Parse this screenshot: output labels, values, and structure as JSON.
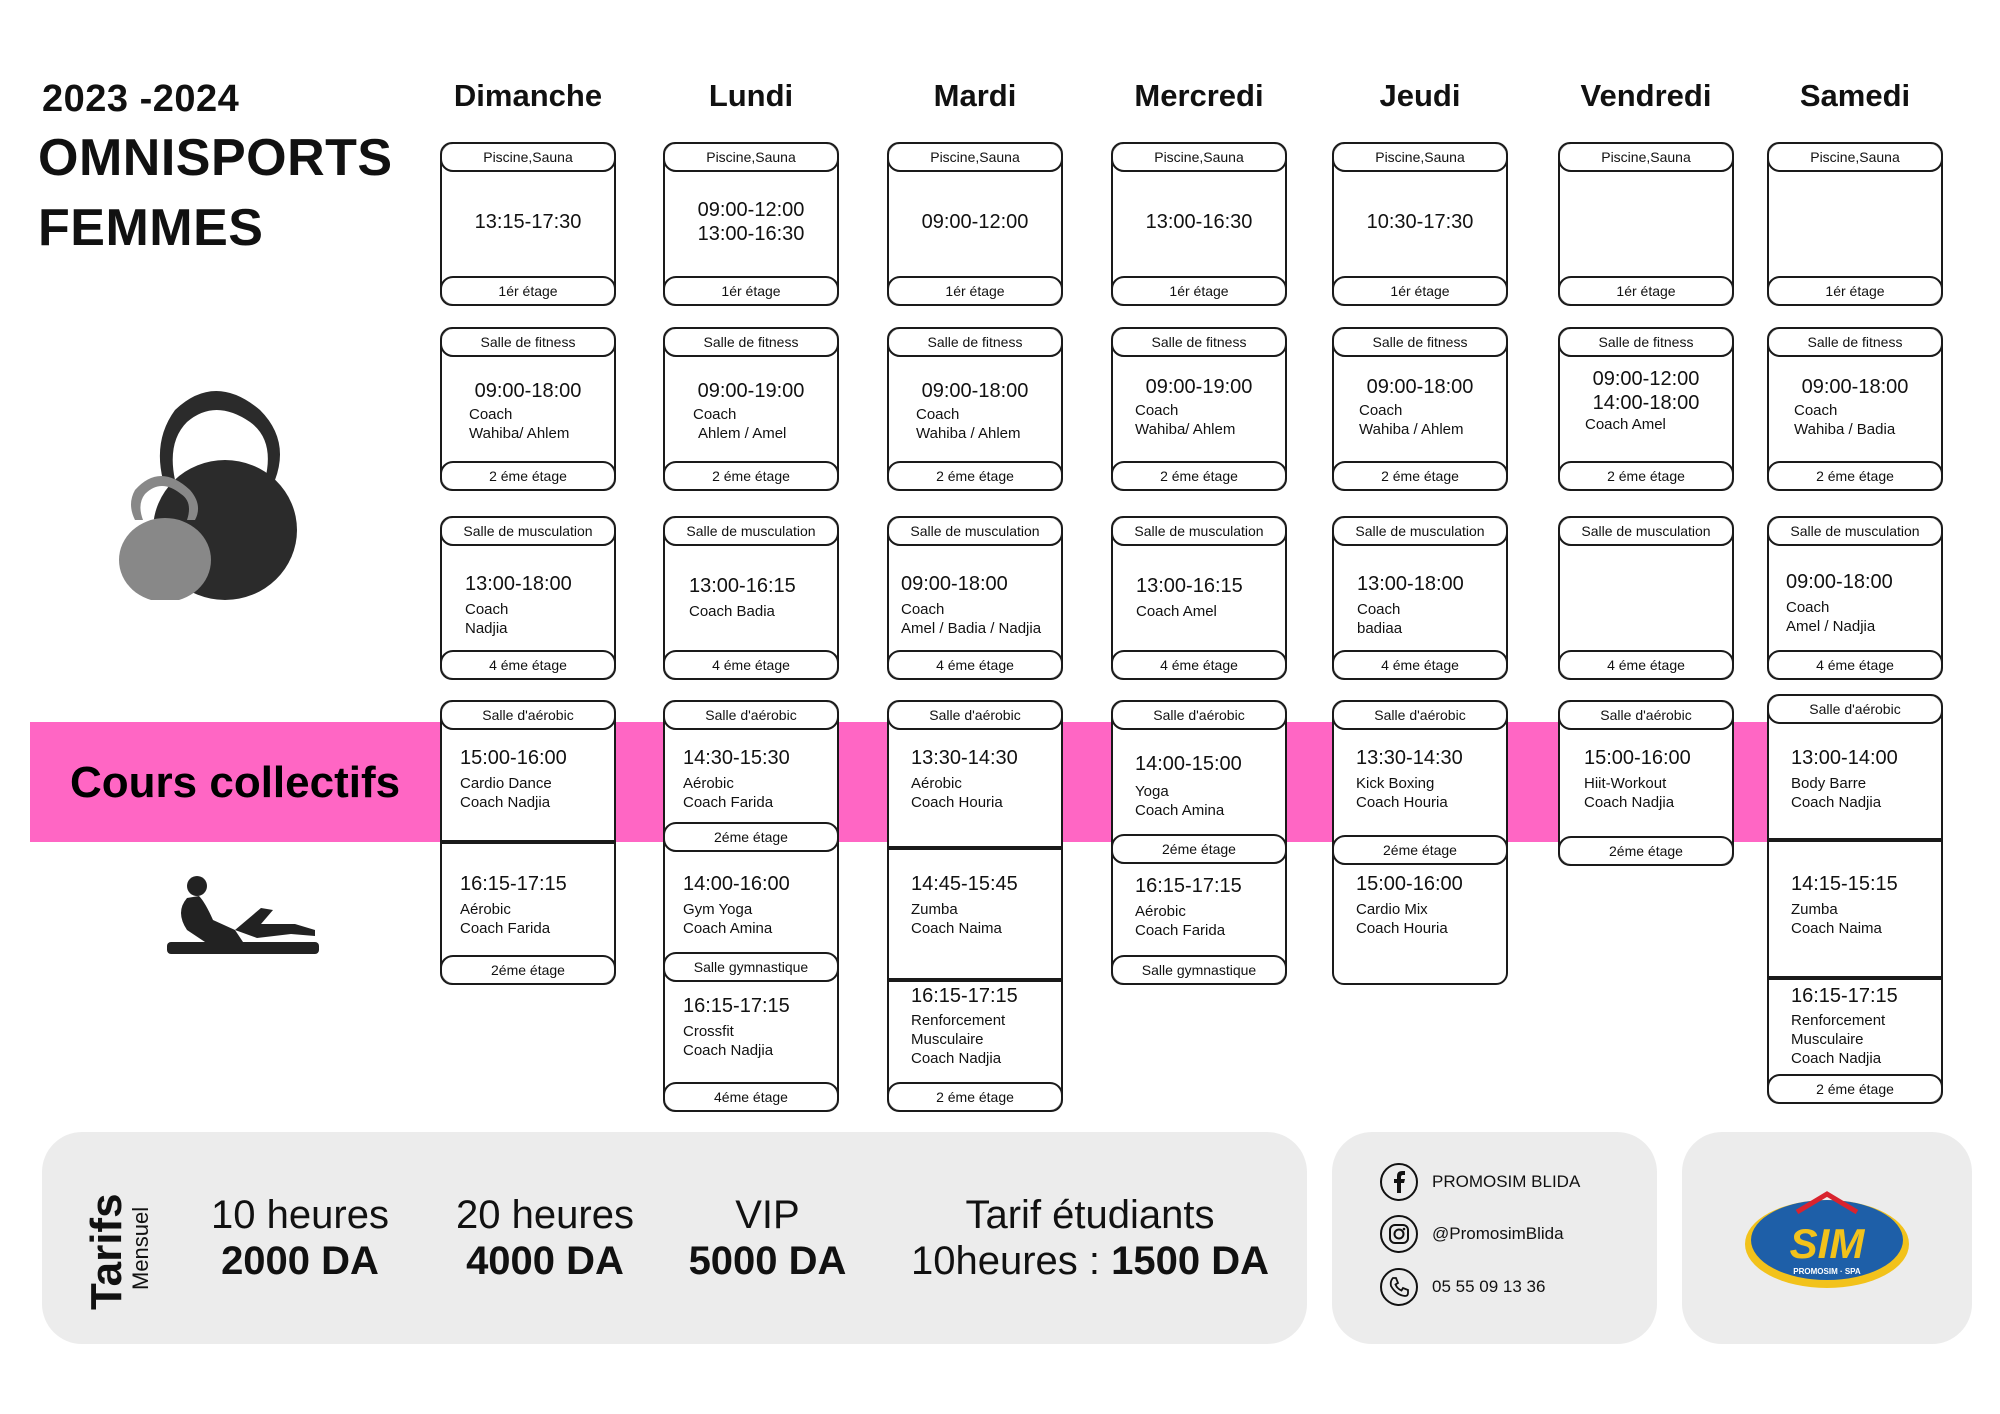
{
  "header": {
    "year": "2023 -2024",
    "title_line1": "OMNISPORTS",
    "title_line2": "FEMMES"
  },
  "days": [
    "Dimanche",
    "Lundi",
    "Mardi",
    "Mercredi",
    "Jeudi",
    "Vendredi",
    "Samedi"
  ],
  "band_label": "Cours collectifs",
  "labels": {
    "piscine": "Piscine,Sauna",
    "fitness": "Salle de fitness",
    "musculation": "Salle de musculation",
    "aerobic": "Salle d'aérobic",
    "gymnastique": "Salle gymnastique",
    "etage1": "1ér étage",
    "etage2": "2 éme étage",
    "etage4": "4 éme étage",
    "etage2b": "2éme étage",
    "etage4b": "4éme étage"
  },
  "piscine": [
    {
      "t1": "13:15-17:30",
      "t2": ""
    },
    {
      "t1": "09:00-12:00",
      "t2": "13:00-16:30"
    },
    {
      "t1": "09:00-12:00",
      "t2": ""
    },
    {
      "t1": "13:00-16:30",
      "t2": ""
    },
    {
      "t1": "10:30-17:30",
      "t2": ""
    },
    {
      "t1": "",
      "t2": ""
    },
    {
      "t1": "",
      "t2": ""
    }
  ],
  "fitness": [
    {
      "t1": "09:00-18:00",
      "t2": "",
      "c1": "Coach",
      "c2": "Wahiba/ Ahlem"
    },
    {
      "t1": "09:00-19:00",
      "t2": "",
      "c1": "Coach",
      "c2": "Ahlem / Amel"
    },
    {
      "t1": "09:00-18:00",
      "t2": "",
      "c1": "Coach",
      "c2": "Wahiba / Ahlem"
    },
    {
      "t1": "09:00-19:00",
      "t2": "",
      "c1": "Coach",
      "c2": "Wahiba/ Ahlem"
    },
    {
      "t1": "09:00-18:00",
      "t2": "",
      "c1": "Coach",
      "c2": "Wahiba / Ahlem"
    },
    {
      "t1": "09:00-12:00",
      "t2": "14:00-18:00",
      "c1": "Coach  Amel",
      "c2": ""
    },
    {
      "t1": "09:00-18:00",
      "t2": "",
      "c1": "Coach",
      "c2": "Wahiba / Badia"
    }
  ],
  "musculation": [
    {
      "t1": "13:00-18:00",
      "c1": "Coach",
      "c2": "Nadjia"
    },
    {
      "t1": "13:00-16:15",
      "c1": "Coach Badia",
      "c2": ""
    },
    {
      "t1": "09:00-18:00",
      "c1": "Coach",
      "c2": "Amel / Badia / Nadjia"
    },
    {
      "t1": "13:00-16:15",
      "c1": "Coach Amel",
      "c2": ""
    },
    {
      "t1": "13:00-18:00",
      "c1": "Coach",
      "c2": "badiaa"
    },
    {
      "t1": "",
      "c1": "",
      "c2": ""
    },
    {
      "t1": "09:00-18:00",
      "c1": "Coach",
      "c2": "Amel / Nadjia"
    }
  ],
  "aerobic": [
    {
      "a_time": "15:00-16:00",
      "a_l1": "Cardio Dance",
      "a_l2": "Coach Nadjia",
      "b_time": "16:15-17:15",
      "b_l1": "Aérobic",
      "b_l2": "Coach Farida",
      "b_l3": ""
    },
    {
      "a_time": "14:30-15:30",
      "a_l1": "Aérobic",
      "a_l2": "Coach Farida",
      "b_time": "14:00-16:00",
      "b_l1": "Gym Yoga",
      "b_l2": "Coach Amina",
      "b_l3": "",
      "c_time": "16:15-17:15",
      "c_l1": "Crossfit",
      "c_l2": "Coach Nadjia"
    },
    {
      "a_time": "13:30-14:30",
      "a_l1": "Aérobic",
      "a_l2": "Coach Houria",
      "b_time": "14:45-15:45",
      "b_l1": "Zumba",
      "b_l2": "Coach Naima",
      "b_l3": "",
      "c_time": "16:15-17:15",
      "c_l1": "Renforcement",
      "c_l2": "Musculaire",
      "c_l3": "Coach Nadjia"
    },
    {
      "a_time": "14:00-15:00",
      "a_l1": "Yoga",
      "a_l2": "Coach Amina",
      "b_time": "16:15-17:15",
      "b_l1": "Aérobic",
      "b_l2": "Coach Farida",
      "b_l3": ""
    },
    {
      "a_time": "13:30-14:30",
      "a_l1": "Kick Boxing",
      "a_l2": "Coach Houria",
      "b_time": "15:00-16:00",
      "b_l1": "Cardio Mix",
      "b_l2": "Coach Houria",
      "b_l3": ""
    },
    {
      "a_time": "15:00-16:00",
      "a_l1": "Hiit-Workout",
      "a_l2": "Coach Nadjia"
    },
    {
      "a_time": "13:00-14:00",
      "a_l1": "Body Barre",
      "a_l2": "Coach Nadjia",
      "b_time": "14:15-15:15",
      "b_l1": "Zumba",
      "b_l2": "Coach Naima",
      "b_l3": "",
      "c_time": "16:15-17:15",
      "c_l1": "Renforcement",
      "c_l2": "Musculaire",
      "c_l3": "Coach Nadjia"
    }
  ],
  "tarifs": {
    "title": "Tarifs",
    "subtitle": "Mensuel",
    "items": [
      {
        "label": "10 heures",
        "amount": "2000 DA"
      },
      {
        "label": "20 heures",
        "amount": "4000 DA"
      },
      {
        "label": "VIP",
        "amount": "5000 DA"
      }
    ],
    "student_label": "Tarif  étudiants",
    "student_prefix": "10heures : ",
    "student_amount": "1500 DA"
  },
  "contact": {
    "facebook": "PROMOSIM BLIDA",
    "instagram": "@PromosimBlida",
    "phone": "05 55 09 13 36",
    "facebook_icon": "facebook-icon",
    "instagram_icon": "instagram-icon",
    "phone_icon": "phone-icon"
  },
  "logo": {
    "text": "SIM",
    "caption": "PROMOSIM · SPA",
    "colors": {
      "blue": "#1e5fa8",
      "yellow": "#f2c21b",
      "red": "#d9232e"
    }
  },
  "colors": {
    "accent_pink": "#ff66c4",
    "footer_bg": "#ececec"
  }
}
